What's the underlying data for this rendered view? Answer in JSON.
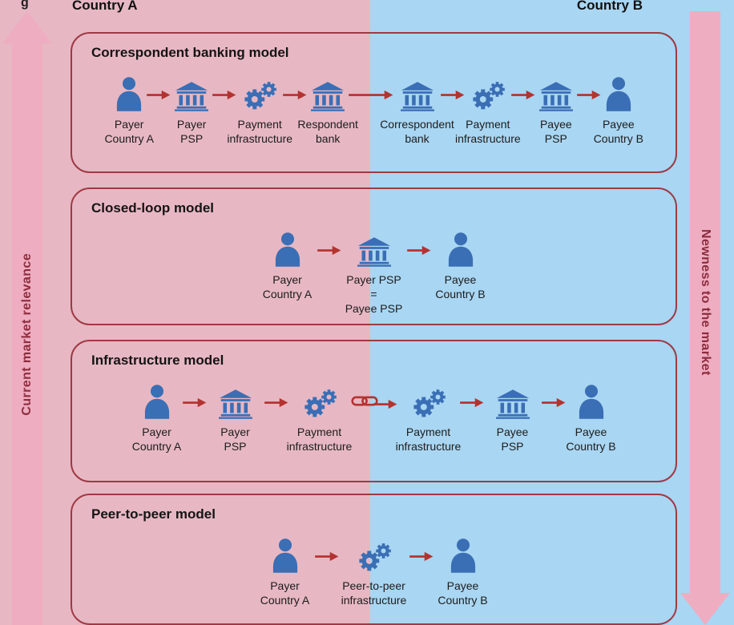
{
  "colors": {
    "pink_bg": "#e7b8c3",
    "blue_bg": "#a9d6f2",
    "box_border": "#9e3a46",
    "icon_blue": "#3a6eb5",
    "arrow_red": "#b33330",
    "axis_pink": "#eeadc0",
    "axis_text": "#8e2c3f",
    "title_text": "#141414",
    "label_text": "#1c1c1c"
  },
  "header": {
    "corner_fragment": "g",
    "left": "Country A",
    "right": "Country B"
  },
  "side_arrows": {
    "left_label": "Current market relevance",
    "right_label": "Newness to the market"
  },
  "models": [
    {
      "title": "Correspondent banking model",
      "items": [
        {
          "icon": "person",
          "label": [
            "Payer",
            "Country A"
          ]
        },
        {
          "icon": "bank",
          "label": [
            "Payer",
            "PSP"
          ]
        },
        {
          "icon": "gears",
          "label": [
            "Payment",
            "infrastructure"
          ]
        },
        {
          "icon": "bank",
          "label": [
            "Respondent",
            "bank"
          ]
        },
        {
          "icon": "bank",
          "label": [
            "Correspondent",
            "bank"
          ]
        },
        {
          "icon": "gears",
          "label": [
            "Payment",
            "infrastructure"
          ]
        },
        {
          "icon": "bank",
          "label": [
            "Payee",
            "PSP"
          ]
        },
        {
          "icon": "person",
          "label": [
            "Payee",
            "Country B"
          ]
        }
      ],
      "connectors": [
        "arrow",
        "arrow",
        "arrow",
        "long",
        "arrow",
        "arrow",
        "arrow"
      ]
    },
    {
      "title": "Closed-loop model",
      "items": [
        {
          "icon": "person",
          "label": [
            "Payer",
            "Country A"
          ]
        },
        {
          "icon": "bank",
          "label": [
            "Payer PSP",
            "=",
            "Payee PSP"
          ]
        },
        {
          "icon": "person",
          "label": [
            "Payee",
            "Country B"
          ]
        }
      ],
      "connectors": [
        "arrow",
        "arrow"
      ]
    },
    {
      "title": "Infrastructure model",
      "items": [
        {
          "icon": "person",
          "label": [
            "Payer",
            "Country A"
          ]
        },
        {
          "icon": "bank",
          "label": [
            "Payer",
            "PSP"
          ]
        },
        {
          "icon": "gears",
          "label": [
            "Payment",
            "infrastructure"
          ]
        },
        {
          "icon": "gears",
          "label": [
            "Payment",
            "infrastructure"
          ]
        },
        {
          "icon": "bank",
          "label": [
            "Payee",
            "PSP"
          ]
        },
        {
          "icon": "person",
          "label": [
            "Payee",
            "Country B"
          ]
        }
      ],
      "connectors": [
        "arrow",
        "arrow",
        "chain",
        "arrow",
        "arrow"
      ]
    },
    {
      "title": "Peer-to-peer model",
      "items": [
        {
          "icon": "person",
          "label": [
            "Payer",
            "Country A"
          ]
        },
        {
          "icon": "gears",
          "label": [
            "Peer-to-peer",
            "infrastructure"
          ]
        },
        {
          "icon": "person",
          "label": [
            "Payee",
            "Country B"
          ]
        }
      ],
      "connectors": [
        "arrow",
        "arrow"
      ]
    }
  ]
}
